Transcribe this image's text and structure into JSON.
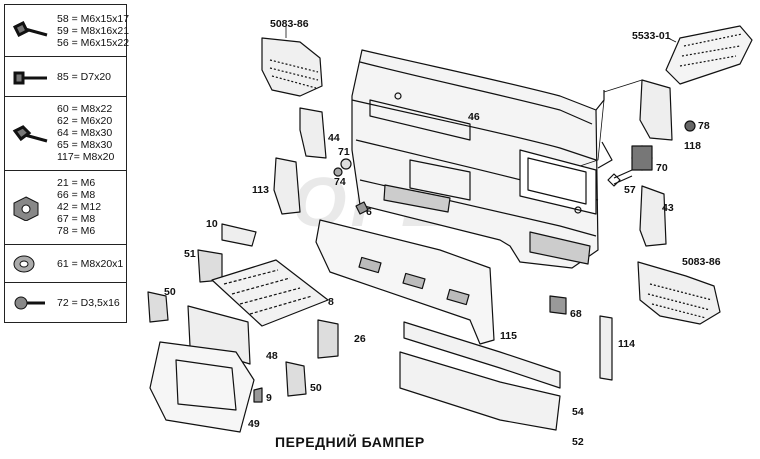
{
  "title": "ПЕРЕДНИЙ БАМПЕР",
  "watermark": "OPEX",
  "legend": [
    {
      "icon": "long-bolt-icon",
      "lines": [
        "58 = M6x15x17",
        "59 = M8x16x21",
        "56 = M6x15x22"
      ]
    },
    {
      "icon": "bolt-icon",
      "lines": [
        "85 = D7x20"
      ]
    },
    {
      "icon": "hex-bolt-icon",
      "lines": [
        "60 = M8x22",
        "62 = M6x20",
        "64 = M8x30",
        "65 = M8x30",
        "117= M8x20"
      ]
    },
    {
      "icon": "hex-nut-icon",
      "lines": [
        "21 = M6",
        "66 = M8",
        "42 = M12",
        "67 = M8",
        "78 = M6"
      ]
    },
    {
      "icon": "washer-icon",
      "lines": [
        "61 = M8x20x1"
      ]
    },
    {
      "icon": "screw-icon",
      "lines": [
        "72 = D3,5x16"
      ]
    }
  ],
  "labels": [
    "5083-86",
    "5533-01",
    "46",
    "44",
    "71",
    "74",
    "113",
    "6",
    "10",
    "51",
    "50",
    "8",
    "78",
    "118",
    "70",
    "57",
    "43",
    "5083-86",
    "68",
    "26",
    "115",
    "48",
    "50",
    "9",
    "114",
    "49",
    "54",
    "52"
  ]
}
